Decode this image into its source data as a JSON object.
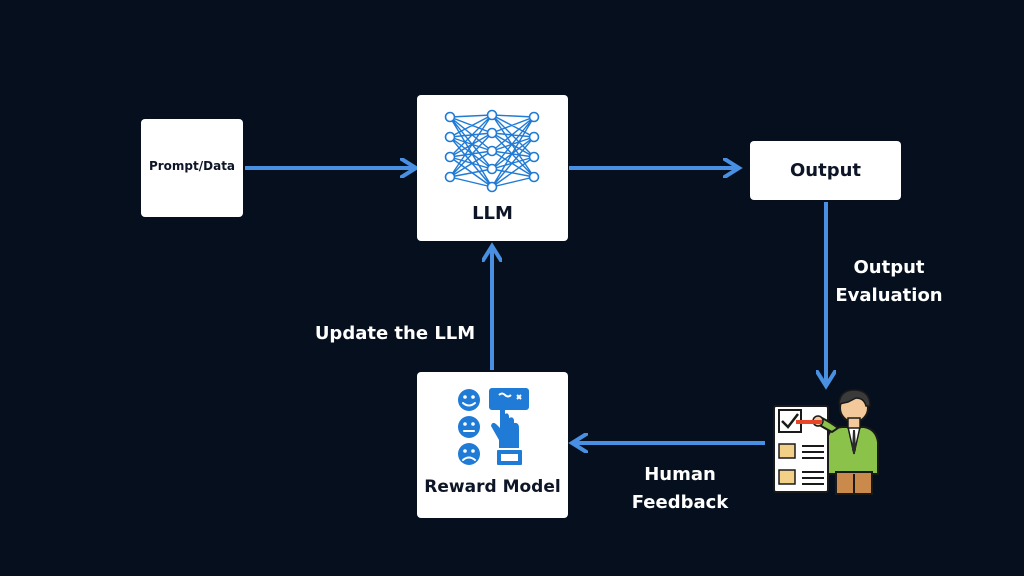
{
  "nodes": {
    "prompt": {
      "label": "Prompt/Data"
    },
    "llm": {
      "label": "LLM"
    },
    "output": {
      "label": "Output"
    },
    "reward": {
      "label": "Reward Model"
    }
  },
  "edges": {
    "evaluation": {
      "line1": "Output",
      "line2": "Evaluation"
    },
    "feedback": {
      "line1": "Human",
      "line2": "Feedback"
    },
    "update": {
      "label": "Update the LLM"
    }
  },
  "colors": {
    "background": "#050f1d",
    "arrow": "#4a90e2",
    "icon": "#1f7bd6"
  },
  "icons": [
    "neural-network-icon",
    "feedback-hand-icon",
    "human-evaluator-icon"
  ]
}
